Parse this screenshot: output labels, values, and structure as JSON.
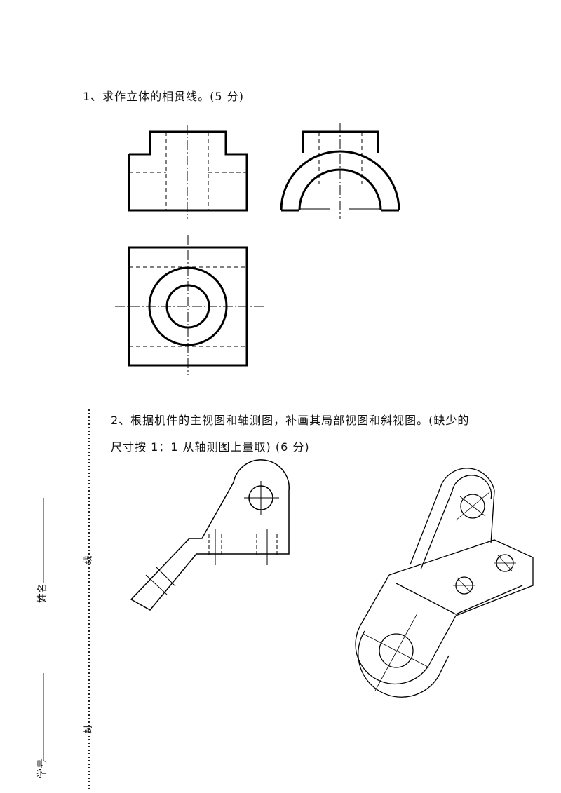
{
  "questions": {
    "q1": "1、求作立体的相贯线。(5 分)",
    "q2_line1": "2、根据机件的主视图和轴测图，补画其局部视图和斜视图。(缺少的",
    "q2_line2": "尺寸按 1：1 从轴测图上量取)  (6 分)"
  },
  "binding_margin": {
    "name_label": "姓名",
    "student_id_label": "学号",
    "line_mark": "线",
    "seal_mark": "封"
  }
}
